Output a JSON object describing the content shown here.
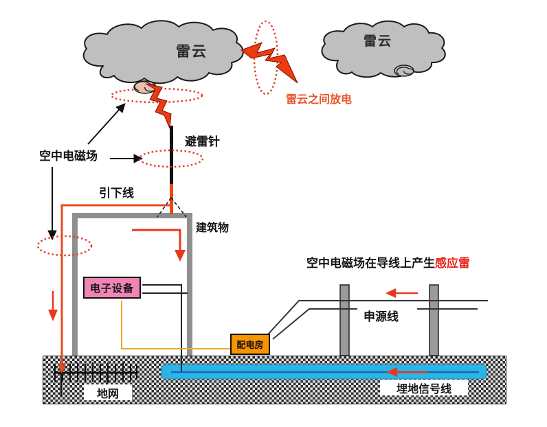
{
  "diagram": {
    "clouds": {
      "left_label": "雷云",
      "right_label": "雷云"
    },
    "annotations": {
      "cloud_discharge": "雷云之间放电",
      "air_emf": "空中电磁场",
      "lightning_rod": "避雷针",
      "down_conductor": "引下线",
      "building": "建筑物",
      "induced_black": "空中电磁场在导线上产生",
      "induced_red": "感应雷",
      "power_line": "申源线"
    },
    "boxes": {
      "electronic_equipment": "电子设备",
      "distribution_room": "配电房",
      "ground_grid": "地网",
      "buried_signal_line": "埋地信号线"
    },
    "colors": {
      "lightning_red": "#ee3a10",
      "dotted_ellipse_red": "#e04028",
      "annotation_red": "#e8552a",
      "induced_red": "#e8251a",
      "cloud_gray": "#bfbfbf",
      "building_wall_gray": "#8f8f8f",
      "pole_gray": "#9a9a9a",
      "equipment_pink": "#ee85b5",
      "distribution_orange": "#f79400",
      "buried_signal_blue": "#2ab5e6",
      "signal_core_blue": "#1f66b0",
      "down_conductor_red": "#e8481c",
      "equipment_wire_orange": "#f5a623"
    }
  }
}
